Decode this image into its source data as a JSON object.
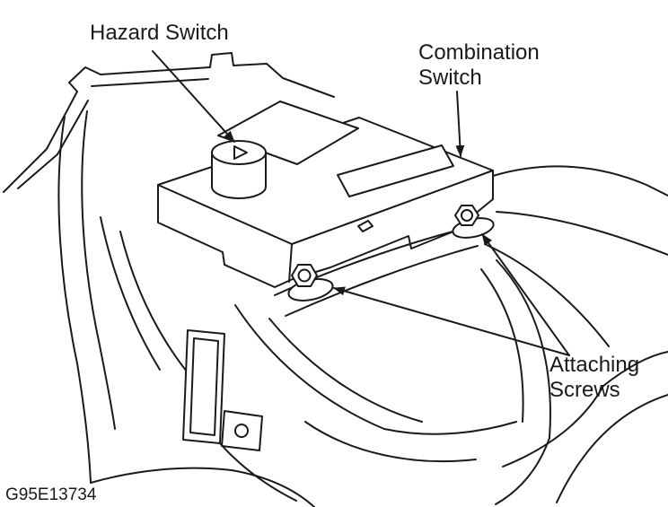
{
  "figure": {
    "id_label": "G95E13734",
    "labels": {
      "hazard_switch": "Hazard Switch",
      "combination_switch_line1": "Combination",
      "combination_switch_line2": "Switch",
      "attaching_screws_line1": "Attaching",
      "attaching_screws_line2": "Screws"
    },
    "colors": {
      "line": "#1a1a1a",
      "background": "#ffffff"
    }
  }
}
